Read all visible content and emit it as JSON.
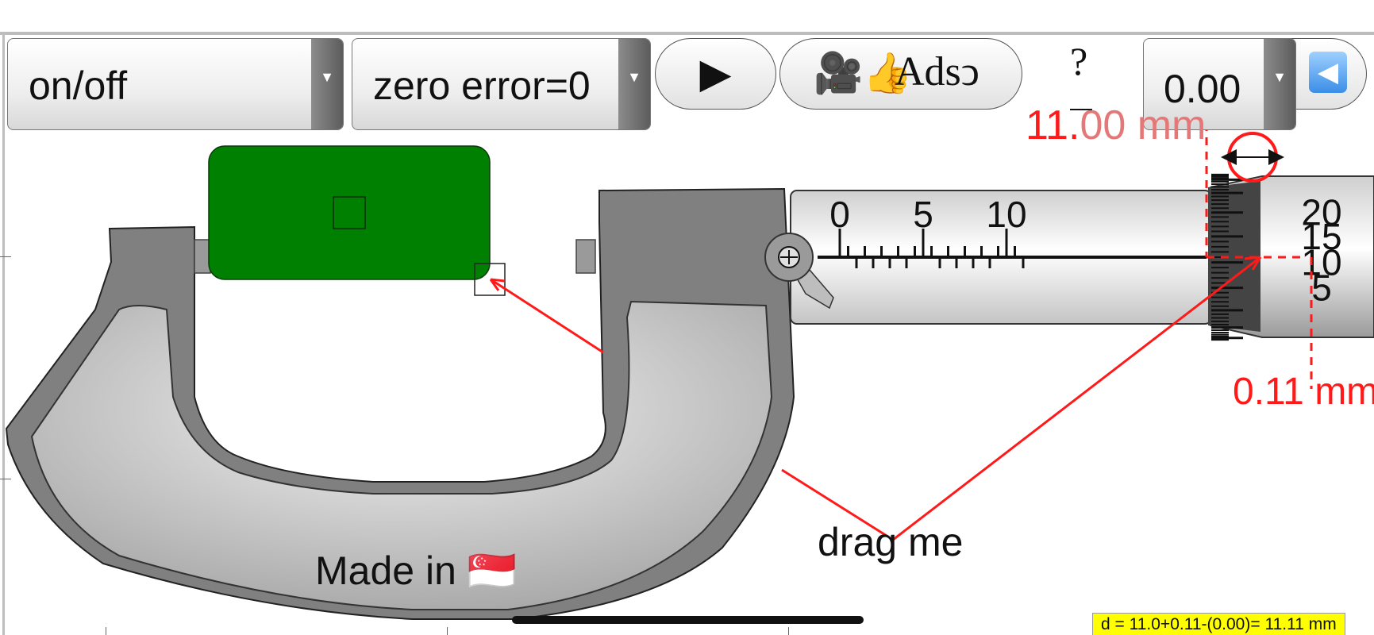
{
  "toolbar": {
    "power_select": "on/off",
    "zero_error_select": "zero error=0",
    "play_icon": "▶",
    "ads_emoji": "🎥👍",
    "ads_label": "Adsↄ",
    "help_label": "?",
    "zero_value_select": "0.00",
    "back_icon": "◀"
  },
  "readings": {
    "main_scale_prefix": "11.",
    "main_scale_faded": "00 mm",
    "thimble_scale": "0.11 mm",
    "result": "d = 11.0+0.11-(0.00)= 11.11 mm"
  },
  "sleeve_scale": {
    "labels": [
      "0",
      "5",
      "10"
    ],
    "reading_mm": 11.0
  },
  "thimble_scale": {
    "labels": [
      "20",
      "15",
      "10",
      "5"
    ],
    "reading_divisions": 11
  },
  "labels": {
    "drag_hint": "drag me",
    "made_in_text": "Made in",
    "made_in_flag": "🇸🇬"
  },
  "colors": {
    "anvil_block": "#008000",
    "annotation": "#ff1a1a",
    "readout_bg": "#ffff00"
  }
}
